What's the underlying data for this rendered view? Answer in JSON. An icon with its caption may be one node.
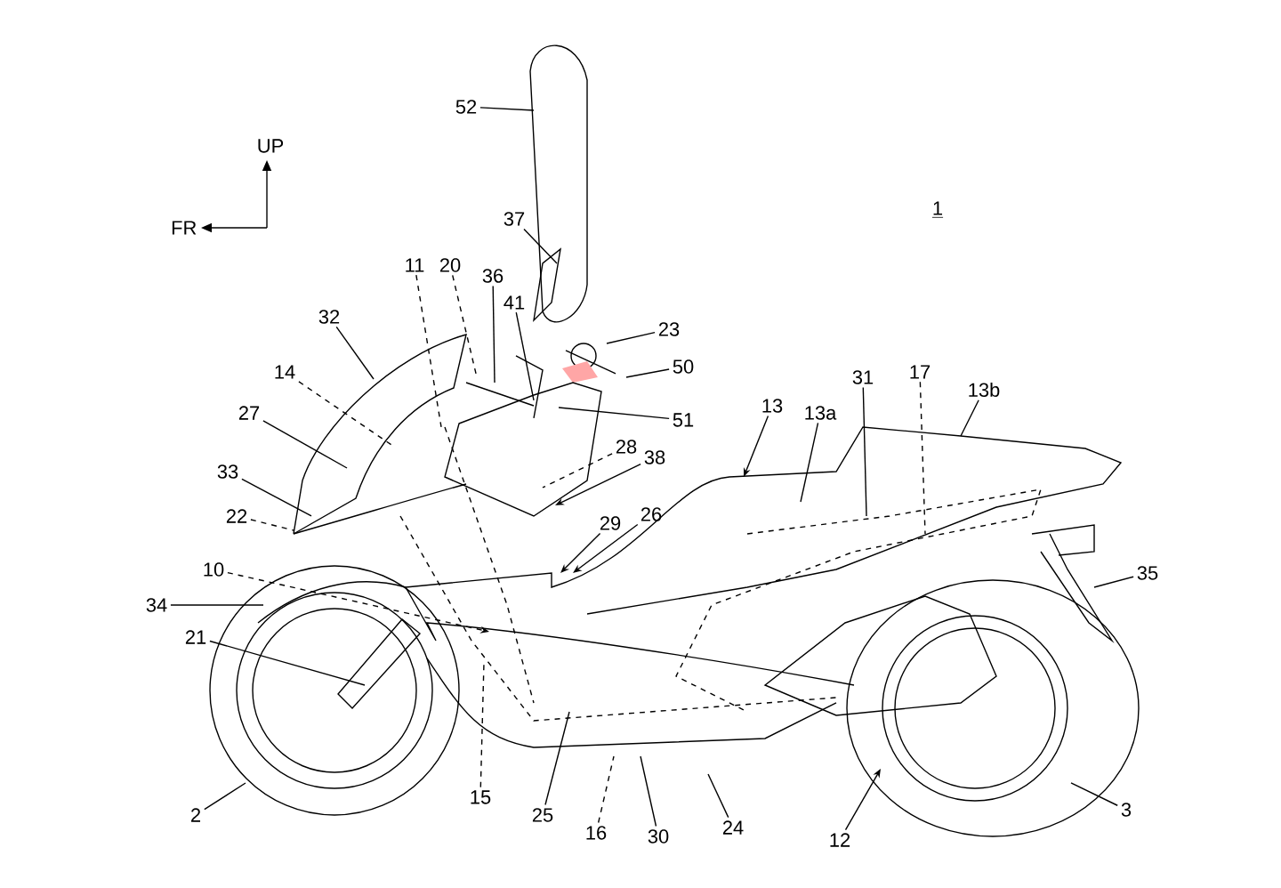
{
  "diagram": {
    "nodes": [
      {
        "text": [
          "52"
        ]
      },
      {
        "text": [
          "37"
        ]
      },
      {
        "text": [
          "11"
        ]
      },
      {
        "text": [
          "20"
        ]
      },
      {
        "text": [
          "36"
        ]
      },
      {
        "text": [
          "41"
        ]
      },
      {
        "text": [
          "23"
        ]
      },
      {
        "text": [
          "32"
        ]
      },
      {
        "text": [
          "50"
        ]
      },
      {
        "text": [
          "14"
        ]
      },
      {
        "text": [
          "51"
        ]
      },
      {
        "text": [
          "31"
        ]
      },
      {
        "text": [
          "17"
        ]
      },
      {
        "text": [
          "13b"
        ]
      },
      {
        "text": [
          "28"
        ]
      },
      {
        "text": [
          "13"
        ]
      },
      {
        "text": [
          "13a"
        ]
      },
      {
        "text": [
          "27"
        ]
      },
      {
        "text": [
          "38"
        ]
      },
      {
        "text": [
          "33"
        ]
      },
      {
        "text": [
          "29"
        ]
      },
      {
        "text": [
          "26"
        ]
      },
      {
        "text": [
          "22"
        ]
      },
      {
        "text": [
          "10"
        ]
      },
      {
        "text": [
          "35"
        ]
      },
      {
        "text": [
          "34"
        ]
      },
      {
        "text": [
          "21"
        ]
      },
      {
        "text": [
          "2"
        ]
      },
      {
        "text": [
          "15"
        ]
      },
      {
        "text": [
          "25"
        ]
      },
      {
        "text": [
          "16"
        ]
      },
      {
        "text": [
          "30"
        ]
      },
      {
        "text": [
          "24"
        ]
      },
      {
        "text": [
          "12"
        ]
      },
      {
        "text": [
          "3"
        ]
      }
    ],
    "edges": [
      {
        "from": 0,
        "to": null,
        "arrow": "none"
      },
      {
        "from": 1,
        "to": null,
        "arrow": "none"
      },
      {
        "from": 2,
        "to": null,
        "arrow": "none",
        "style": "dashed"
      },
      {
        "from": 3,
        "to": null,
        "arrow": "none",
        "style": "dashed"
      },
      {
        "from": 4,
        "to": null,
        "arrow": "none"
      },
      {
        "from": 5,
        "to": null,
        "arrow": "none"
      },
      {
        "from": 6,
        "to": null,
        "arrow": "none"
      },
      {
        "from": 7,
        "to": null,
        "arrow": "none"
      },
      {
        "from": 8,
        "to": null,
        "arrow": "none"
      },
      {
        "from": 9,
        "to": null,
        "arrow": "none",
        "style": "dashed"
      },
      {
        "from": 10,
        "to": null,
        "arrow": "none"
      },
      {
        "from": 11,
        "to": null,
        "arrow": "none"
      },
      {
        "from": 12,
        "to": null,
        "arrow": "none",
        "style": "dashed"
      },
      {
        "from": 13,
        "to": null,
        "arrow": "none"
      },
      {
        "from": 14,
        "to": null,
        "arrow": "none",
        "style": "dashed"
      },
      {
        "from": 15,
        "to": null,
        "arrow": "to"
      },
      {
        "from": 16,
        "to": null,
        "arrow": "none"
      },
      {
        "from": 17,
        "to": null,
        "arrow": "none"
      },
      {
        "from": 18,
        "to": null,
        "arrow": "to"
      },
      {
        "from": 19,
        "to": null,
        "arrow": "none"
      },
      {
        "from": 20,
        "to": null,
        "arrow": "to"
      },
      {
        "from": 21,
        "to": null,
        "arrow": "to"
      },
      {
        "from": 22,
        "to": null,
        "arrow": "none",
        "style": "dashed"
      },
      {
        "from": 23,
        "to": null,
        "arrow": "to",
        "style": "dashed"
      },
      {
        "from": 24,
        "to": null,
        "arrow": "none"
      },
      {
        "from": 25,
        "to": null,
        "arrow": "none"
      },
      {
        "from": 26,
        "to": null,
        "arrow": "none"
      },
      {
        "from": 27,
        "to": null,
        "arrow": "none"
      },
      {
        "from": 28,
        "to": null,
        "arrow": "none",
        "style": "dashed"
      },
      {
        "from": 29,
        "to": null,
        "arrow": "none"
      },
      {
        "from": 30,
        "to": null,
        "arrow": "none",
        "style": "dashed"
      },
      {
        "from": 31,
        "to": null,
        "arrow": "none"
      },
      {
        "from": 32,
        "to": null,
        "arrow": "none"
      },
      {
        "from": 33,
        "to": null,
        "arrow": "to"
      },
      {
        "from": 34,
        "to": null,
        "arrow": "none"
      }
    ],
    "labels": [
      "UP",
      "FR",
      "1"
    ]
  }
}
